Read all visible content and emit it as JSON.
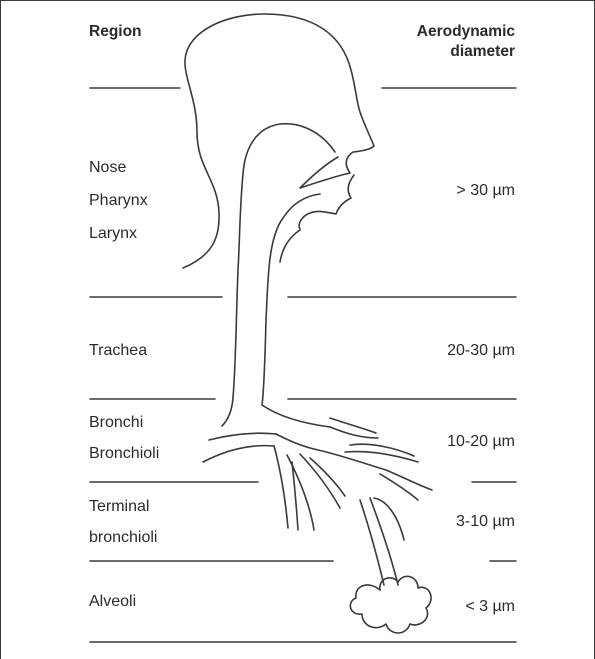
{
  "header": {
    "region": "Region",
    "diameter_line1": "Aerodynamic",
    "diameter_line2": "diameter"
  },
  "regions": [
    {
      "lines": [
        "Nose",
        "Pharynx",
        "Larynx"
      ],
      "diameter": "> 30 µm"
    },
    {
      "lines": [
        "Trachea"
      ],
      "diameter": "20-30 µm"
    },
    {
      "lines": [
        "Bronchi",
        "Bronchioli"
      ],
      "diameter": "10-20 µm"
    },
    {
      "lines": [
        "Terminal",
        "bronchioli"
      ],
      "diameter": "3-10 µm"
    },
    {
      "lines": [
        "Alveoli"
      ],
      "diameter": "< 3 µm"
    }
  ],
  "colors": {
    "line": "#3a3a3a",
    "text": "#2b2b2b"
  }
}
